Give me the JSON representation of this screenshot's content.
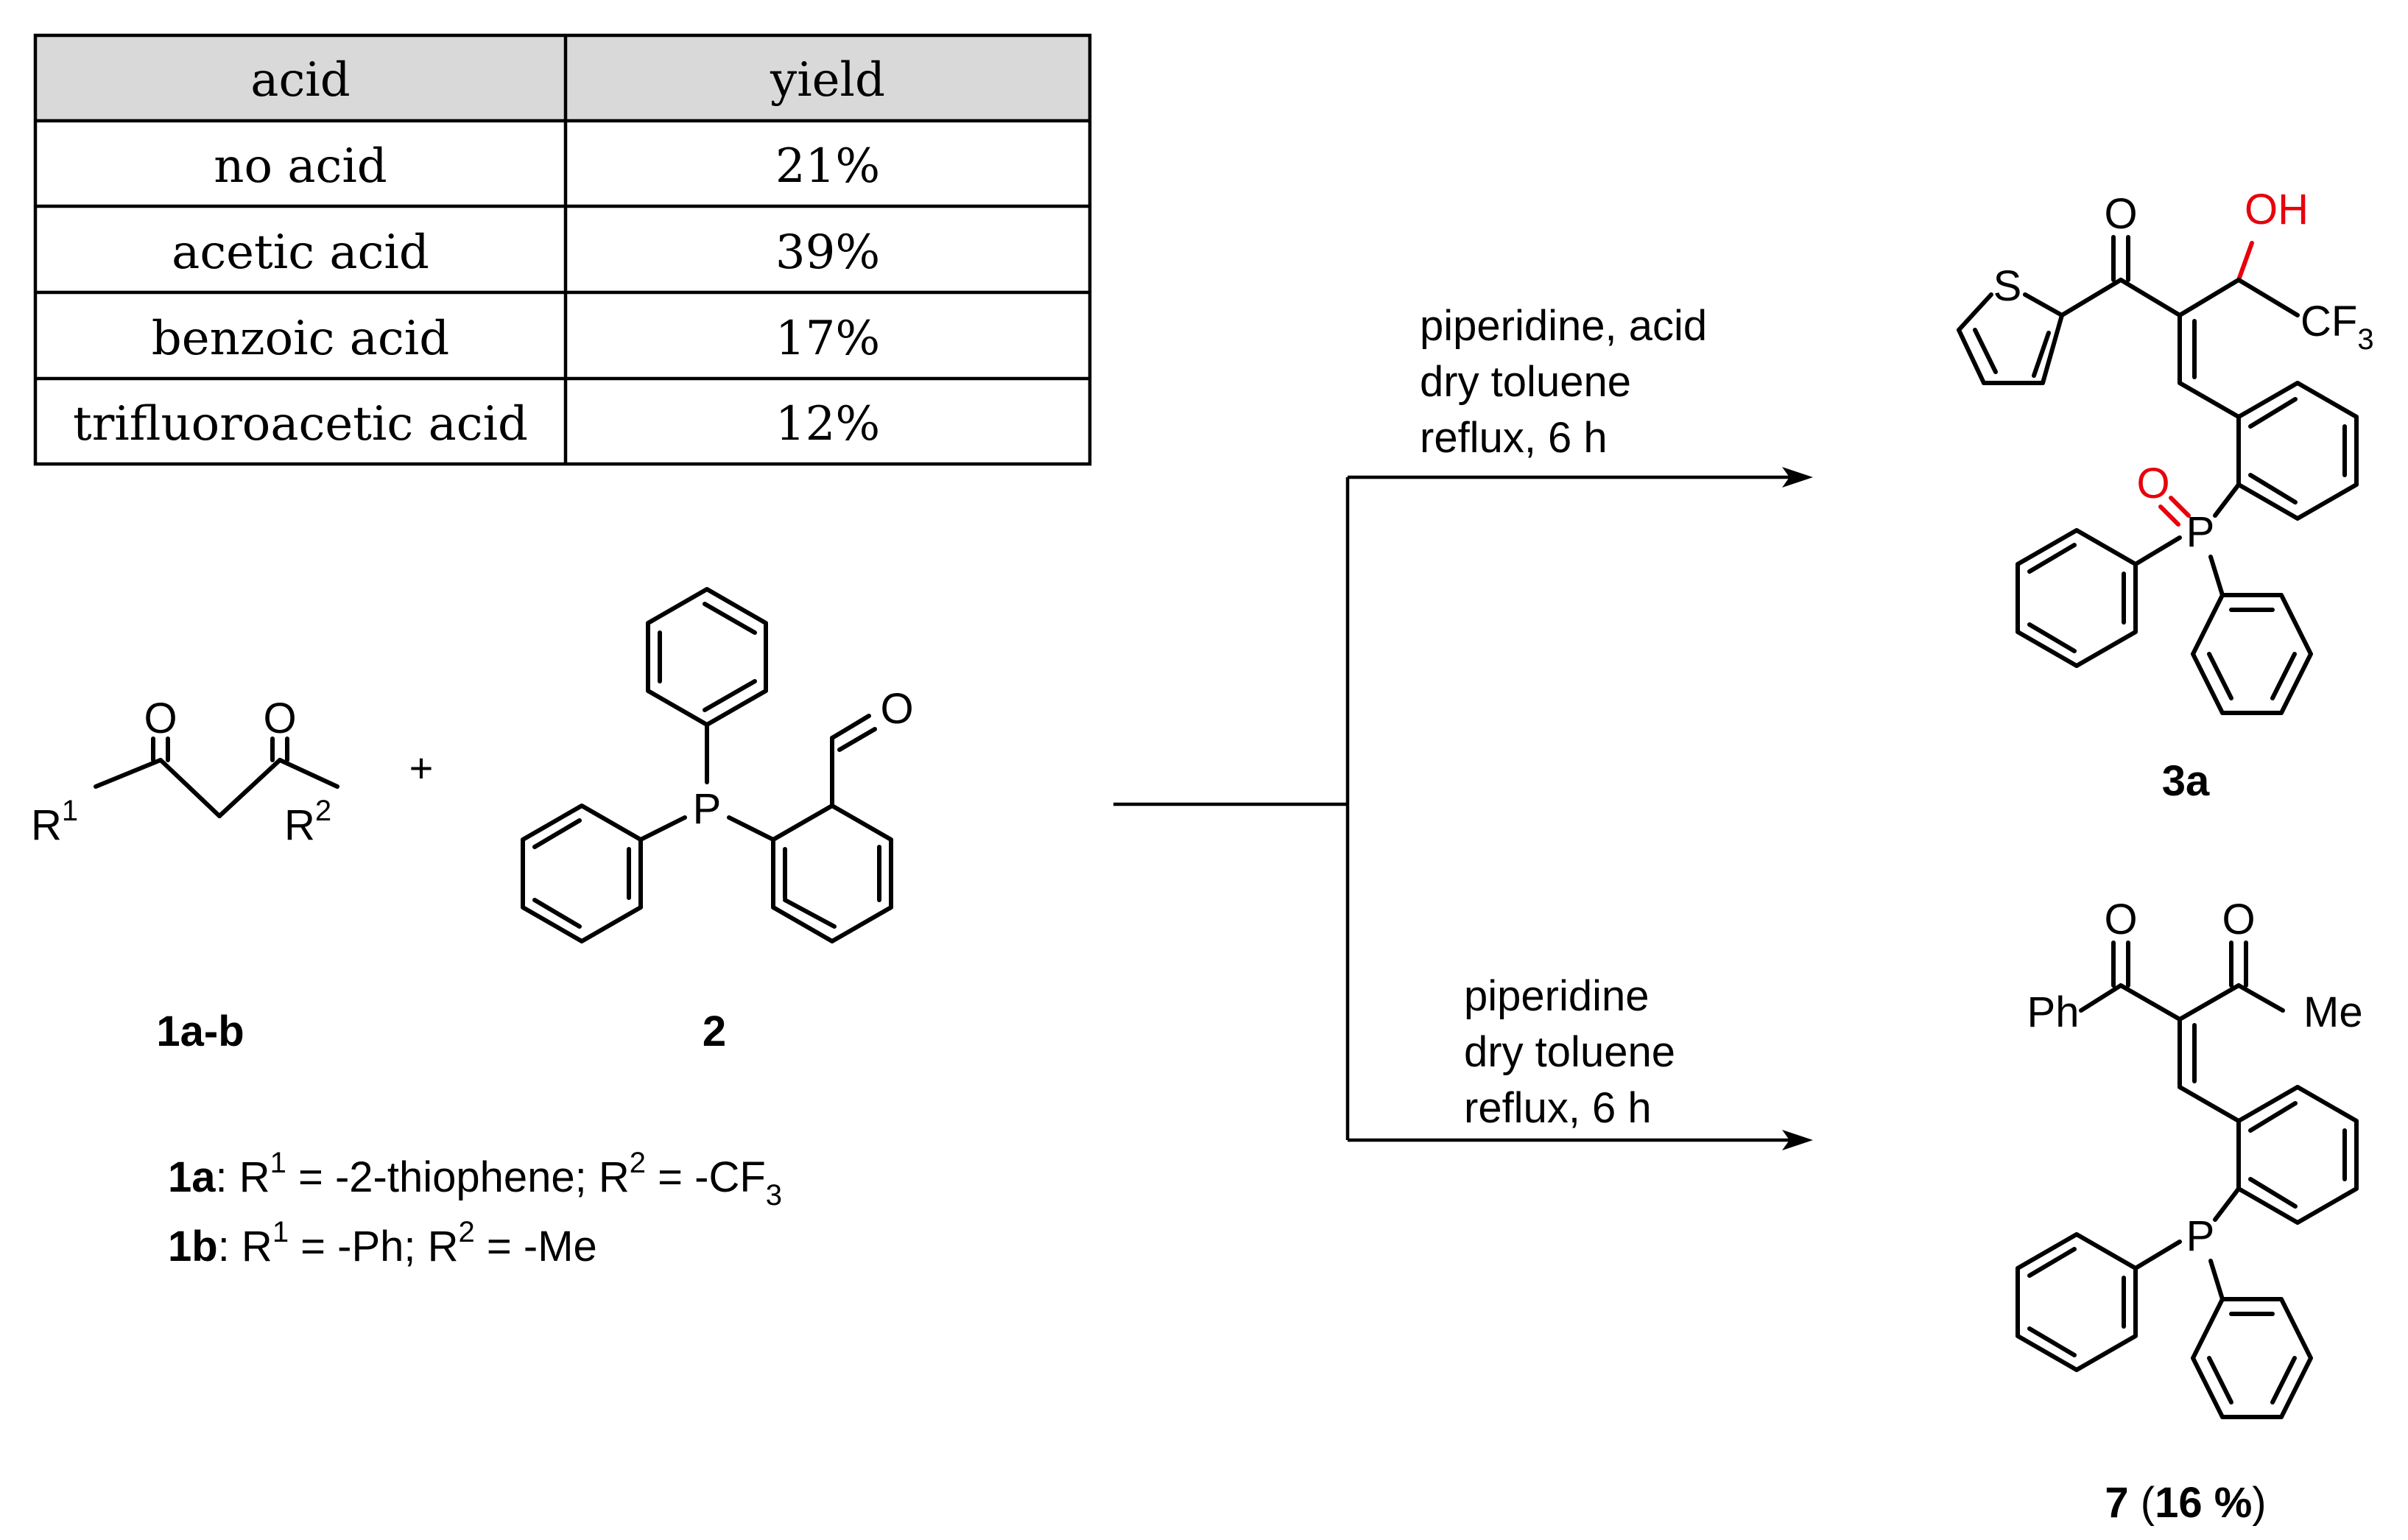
{
  "table": {
    "headers": [
      "acid",
      "yield"
    ],
    "rows": [
      [
        "no acid",
        "21%"
      ],
      [
        "acetic acid",
        "39%"
      ],
      [
        "benzoic acid",
        "17%"
      ],
      [
        "trifluoroacetic acid",
        "12%"
      ]
    ]
  },
  "atoms": {
    "O": "O",
    "OH": "OH",
    "P": "P",
    "S": "S",
    "R": "R",
    "sup1": "1",
    "sup2": "2",
    "CF": "CF",
    "sub3": "3",
    "Ph": "Ph",
    "Me": "Me",
    "plus": "+"
  },
  "labels": {
    "reactant1": "1a-b",
    "reactant2": "2",
    "product_3a": "3a",
    "product_7_bold": "7",
    "product_7_open": " (",
    "product_7_yield": "16 %",
    "product_7_close": ")"
  },
  "conditions": {
    "top": [
      "piperidine, acid",
      "dry toluene",
      "reflux, 6 h"
    ],
    "bottom": [
      "piperidine",
      "dry toluene",
      "reflux, 6 h"
    ]
  },
  "definitions": {
    "line1": {
      "id": "1a",
      "p1": ": R",
      "s1": "1",
      "p2": " = -2-thiophene; R",
      "s2": "2",
      "p3": " = -CF",
      "s3": "3"
    },
    "line2": {
      "id": "1b",
      "p1": ": R",
      "s1": "1",
      "p2": " = -Ph; R",
      "s2": "2",
      "p3": " = -Me"
    }
  },
  "colors": {
    "highlight": "#e8000b",
    "table_header_bg": "#d9d9d9"
  }
}
